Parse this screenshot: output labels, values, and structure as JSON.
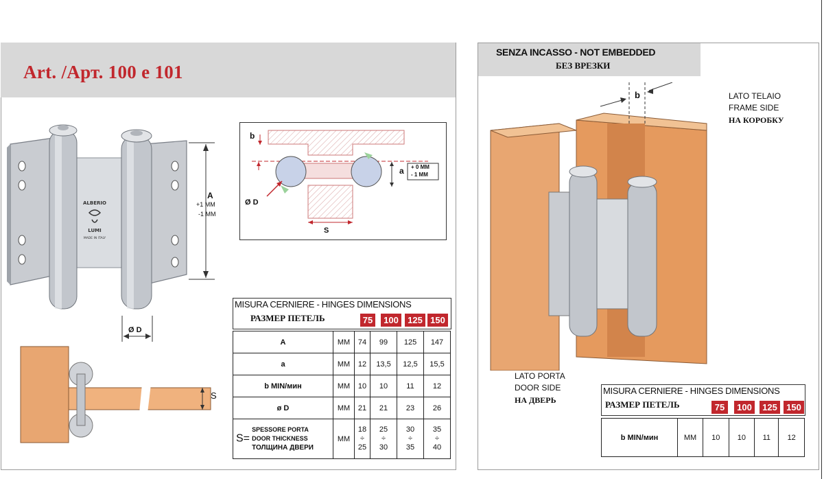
{
  "left": {
    "title": "Art. /Арт. 100 e 101",
    "dim_a": "A",
    "dim_a_tol1": "+1 MM",
    "dim_a_tol2": "-1 MM",
    "dim_d": "Ø D",
    "dim_s": "S",
    "section": {
      "b": "b",
      "a": "a",
      "d": "Ø D",
      "s": "S",
      "tol1": "+ 0  MM",
      "tol2": "- 1  MM"
    },
    "hinge_brand1": "ALBERIO",
    "hinge_brand2": "LUMI",
    "hinge_brand3": "MADE IN ITALY",
    "table": {
      "caption1": "MISURA CERNIERE - HINGES DIMENSIONS",
      "caption2": "РАЗМЕР ПЕТЕЛЬ",
      "sizes": [
        "75",
        "100",
        "125",
        "150"
      ],
      "rows": [
        {
          "label": "A",
          "unit": "MM",
          "values": [
            "74",
            "99",
            "125",
            "147"
          ]
        },
        {
          "label": "a",
          "unit": "MM",
          "values": [
            "12",
            "13,5",
            "12,5",
            "15,5"
          ]
        },
        {
          "label": "b MIN/мин",
          "unit": "MM",
          "values": [
            "10",
            "10",
            "11",
            "12"
          ]
        },
        {
          "label": "ø D",
          "unit": "MM",
          "values": [
            "21",
            "21",
            "23",
            "26"
          ]
        }
      ],
      "thickness": {
        "prefix": "S=",
        "line1": "SPESSORE PORTA",
        "line2": "DOOR THICKNESS",
        "line3": "ТОЛЩИНА ДВЕРИ",
        "unit": "MM",
        "from": [
          "18",
          "25",
          "30",
          "35"
        ],
        "sep": "÷",
        "to": [
          "25",
          "30",
          "35",
          "40"
        ]
      }
    }
  },
  "right": {
    "title1": "SENZA INCASSO - NOT EMBEDDED",
    "title2": "БЕЗ ВРЕЗКИ",
    "b": "b",
    "frame1": "LATO TELAIO",
    "frame2": "FRAME SIDE",
    "frame3": "НА КОРОБКУ",
    "door1": "LATO PORTA",
    "door2": "DOOR SIDE",
    "door3": "НА ДВЕРЬ",
    "table": {
      "caption1": "MISURA CERNIERE - HINGES DIMENSIONS",
      "caption2": "РАЗМЕР ПЕТЕЛЬ",
      "sizes": [
        "75",
        "100",
        "125",
        "150"
      ],
      "row": {
        "label": "b MIN/мин",
        "unit": "MM",
        "values": [
          "10",
          "10",
          "11",
          "12"
        ]
      }
    }
  },
  "colors": {
    "accent": "#c1272d",
    "header_bg": "#d8d8d8",
    "wood": "#e8a671",
    "metal": "#c9ccd1"
  }
}
